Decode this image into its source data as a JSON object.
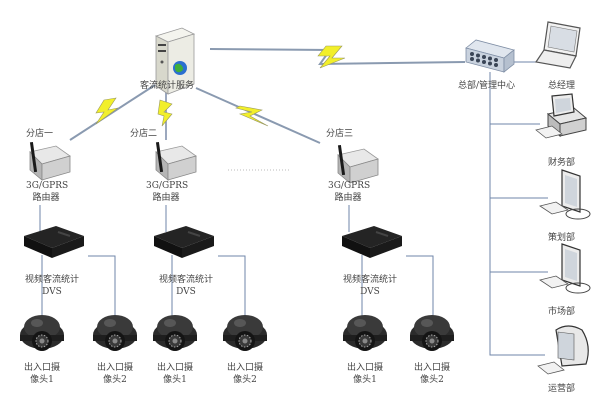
{
  "server": {
    "label": "客流统计服务"
  },
  "hq": {
    "label": "总部/管理中心"
  },
  "branches": [
    {
      "label": "分店一",
      "router_line1": "3G/GPRS",
      "router_line2": "路由器",
      "dvs_line1": "视频客流统计",
      "dvs_line2": "DVS",
      "cameras": [
        {
          "line1": "出入口摄",
          "line2": "像头1"
        },
        {
          "line1": "出入口摄",
          "line2": "像头2"
        }
      ]
    },
    {
      "label": "分店二",
      "router_line1": "3G/GPRS",
      "router_line2": "路由器",
      "dvs_line1": "视频客流统计",
      "dvs_line2": "DVS",
      "cameras": [
        {
          "line1": "出入口摄",
          "line2": "像头1"
        },
        {
          "line1": "出入口摄",
          "line2": "像头2"
        }
      ]
    },
    {
      "label": "分店三",
      "router_line1": "3G/GPRS",
      "router_line2": "路由器",
      "dvs_line1": "视频客流统计",
      "dvs_line2": "DVS",
      "cameras": [
        {
          "line1": "出入口摄",
          "line2": "像头1"
        },
        {
          "line1": "出入口摄",
          "line2": "像头2"
        }
      ]
    }
  ],
  "departments": [
    {
      "label": "总经理",
      "device": "laptop"
    },
    {
      "label": "财务部",
      "device": "desktop-pc"
    },
    {
      "label": "策划部",
      "device": "lcd-monitor"
    },
    {
      "label": "市场部",
      "device": "lcd-monitor"
    },
    {
      "label": "运营部",
      "device": "crt-monitor"
    }
  ],
  "colors": {
    "wire": "#6f86a8",
    "bolt": "#f2ef2a",
    "bolt_outline": "#9a9a60"
  }
}
